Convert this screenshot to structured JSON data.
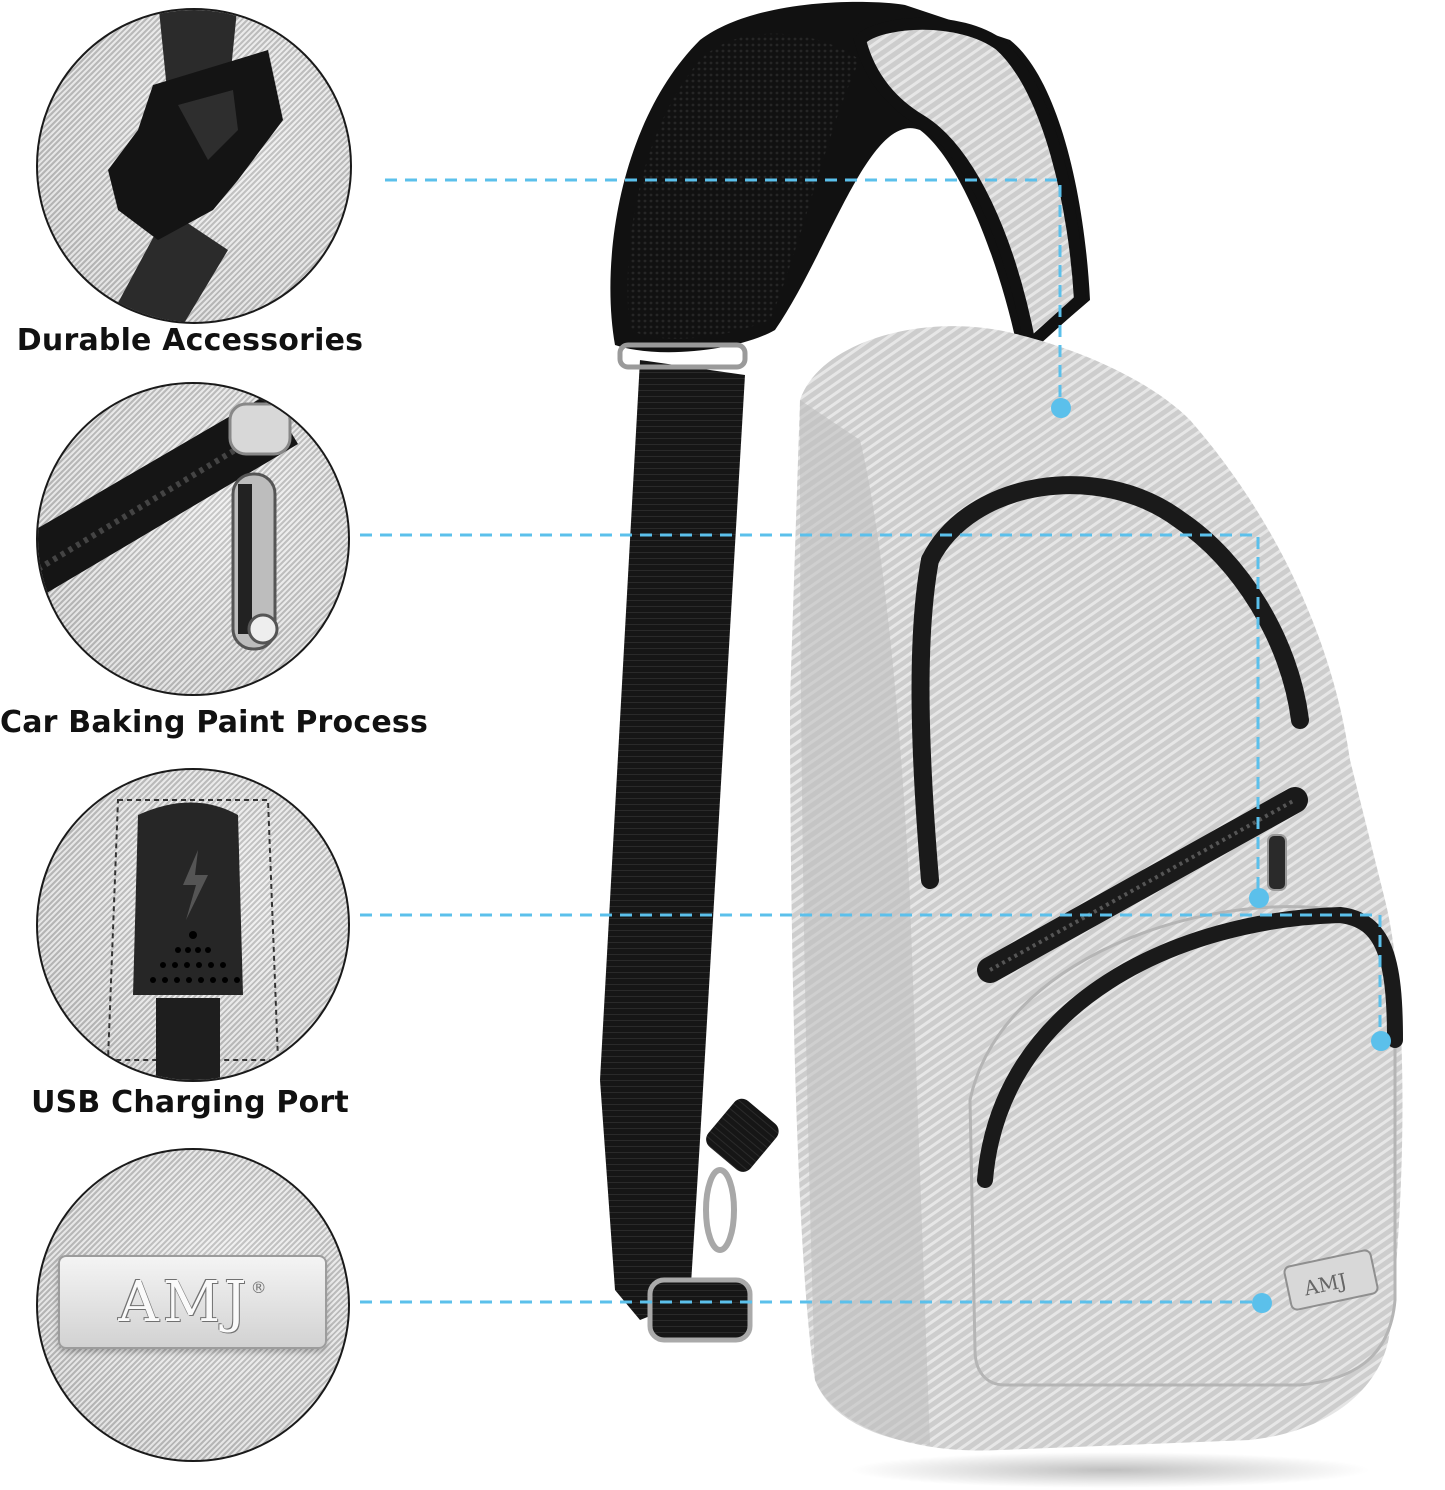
{
  "product": {
    "brand_badge": "AMJ",
    "registered_mark": "®",
    "accent_color": "#5bc0eb",
    "fabric_color": "#c9c9c9",
    "trim_color": "#1a1a1a"
  },
  "features": [
    {
      "label": "Durable Accessories",
      "icon": "buckle-icon"
    },
    {
      "label": "Car Baking Paint Process",
      "icon": "zipper-pull-icon"
    },
    {
      "label": "USB Charging Port",
      "icon": "usb-port-icon"
    },
    {
      "label": "AMJ",
      "icon": "brand-badge-icon"
    }
  ]
}
